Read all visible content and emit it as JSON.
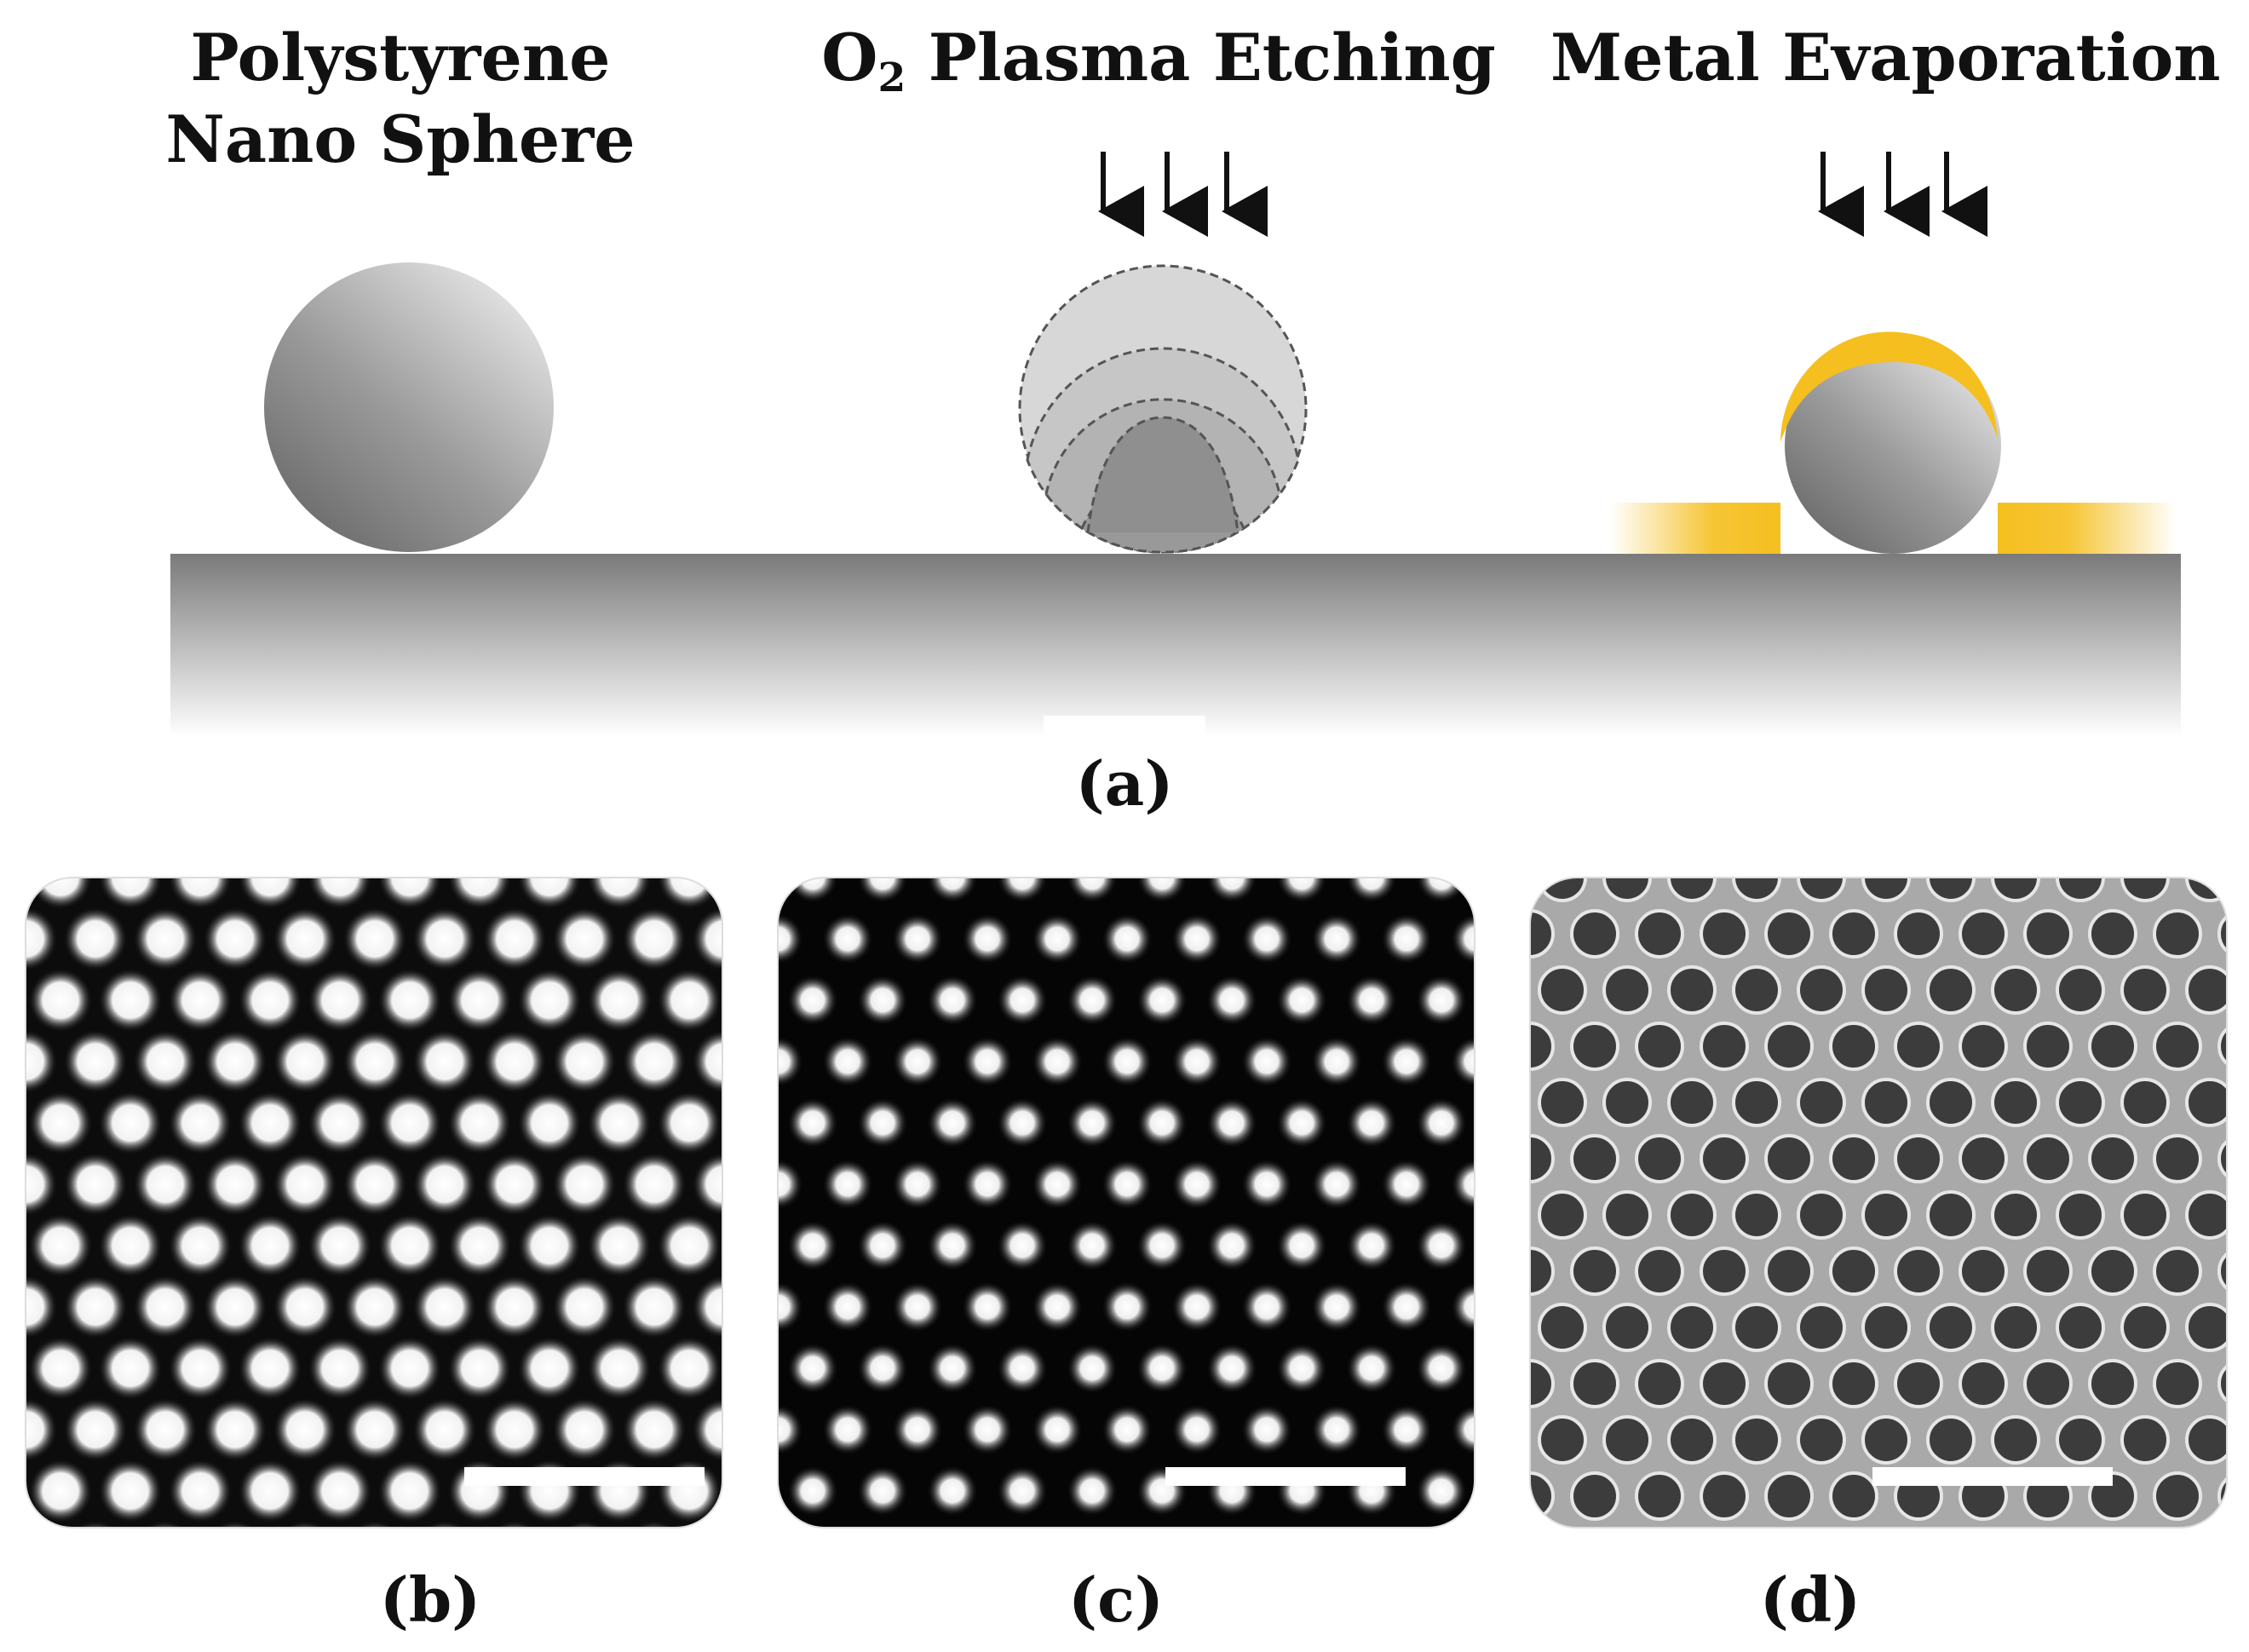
{
  "panel_a": {
    "step1_line1": "Polystyrene",
    "step1_line2": "Nano Sphere",
    "step2_prefix": "O",
    "step2_sub": "2",
    "step2_rest": " Plasma Etching",
    "step3": "Metal Evaporation",
    "label": "(a)"
  },
  "micrographs": [
    {
      "label": "(b)",
      "name": "hcp-sphere-monolayer"
    },
    {
      "label": "(c)",
      "name": "etched-sphere-array"
    },
    {
      "label": "(d)",
      "name": "nanohole-metal-film"
    }
  ],
  "colors": {
    "gold": "#f5bf1f",
    "substrate_top": "#7a7a7a",
    "substrate_bottom": "#ffffff",
    "sem_background": "#a9a9a9",
    "sem_hole": "#3c3c3c"
  }
}
